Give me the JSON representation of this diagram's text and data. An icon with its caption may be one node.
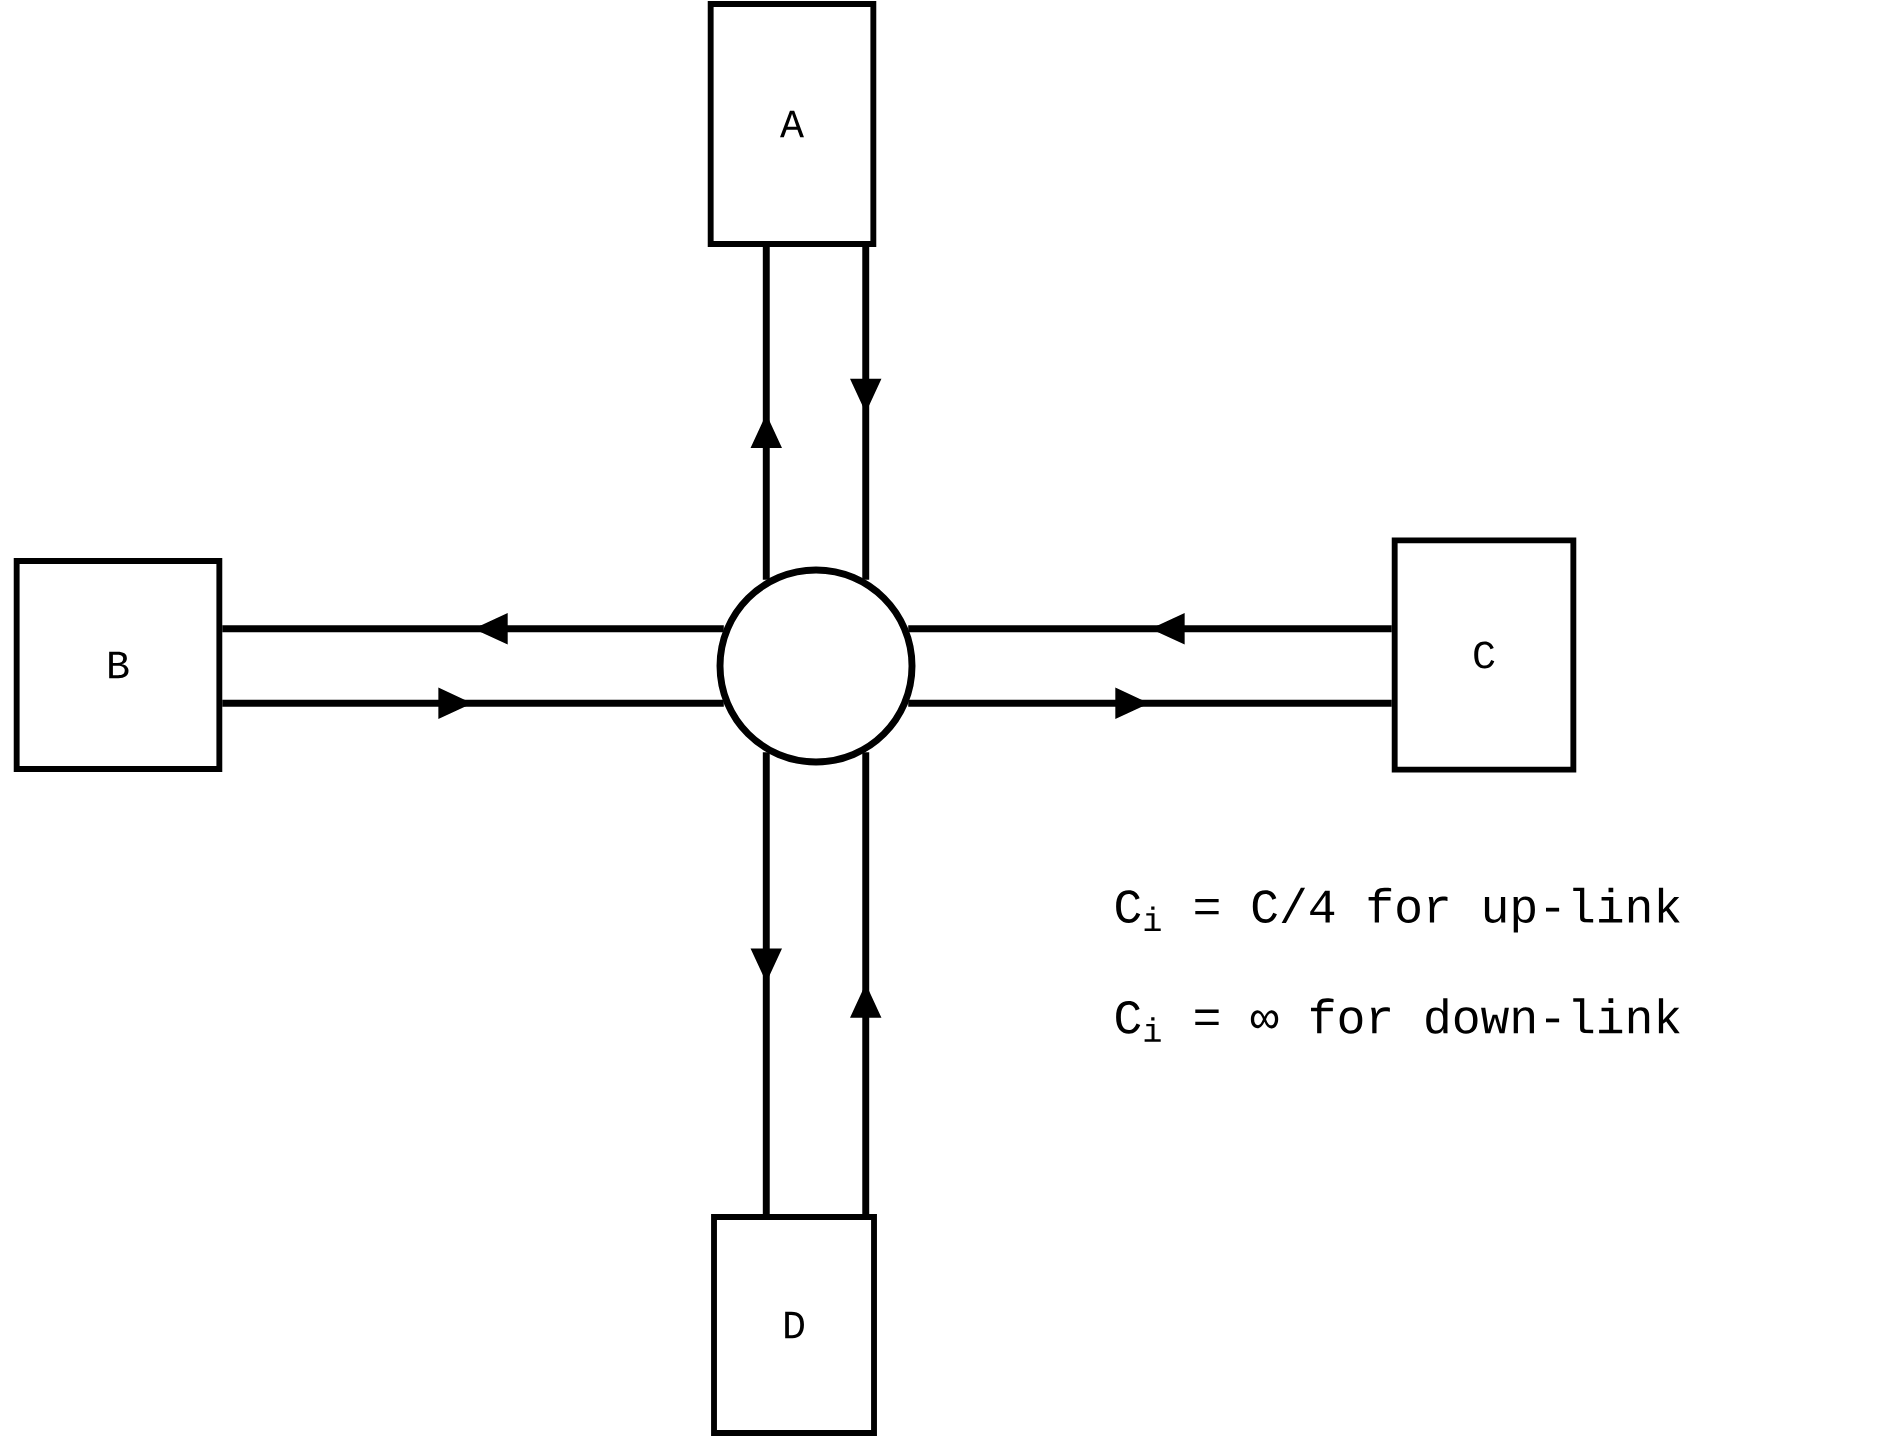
{
  "diagram": {
    "nodes": [
      {
        "text": [
          "A"
        ]
      },
      {
        "text": [
          "B"
        ]
      },
      {
        "text": [],
        "shape": "circle"
      },
      {
        "text": [
          "C"
        ]
      },
      {
        "text": [
          "D"
        ]
      }
    ],
    "edges": [
      {
        "from": 2,
        "to": 0,
        "arrow": "to"
      },
      {
        "from": 0,
        "to": 2,
        "arrow": "to"
      },
      {
        "from": 2,
        "to": 1,
        "arrow": "to"
      },
      {
        "from": 1,
        "to": 2,
        "arrow": "to"
      },
      {
        "from": 3,
        "to": 2,
        "arrow": "to"
      },
      {
        "from": 2,
        "to": 3,
        "arrow": "to"
      },
      {
        "from": 2,
        "to": 4,
        "arrow": "to"
      },
      {
        "from": 4,
        "to": 2,
        "arrow": "to"
      }
    ],
    "labels": [
      "C$_{i}$ = C/4 for up-link",
      "C$_{i}$ = ∞ for down-link"
    ]
  }
}
